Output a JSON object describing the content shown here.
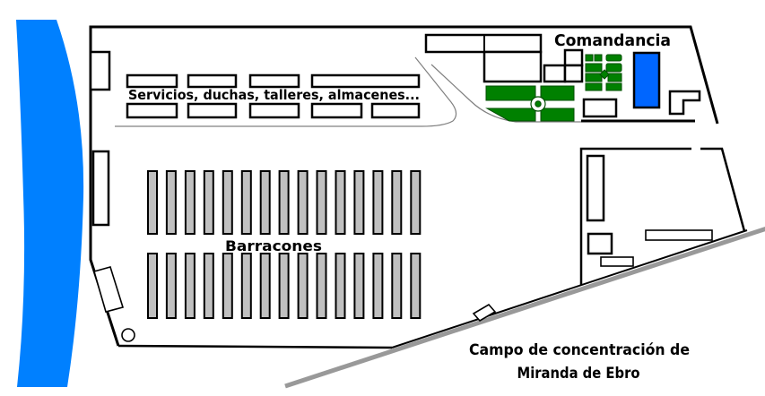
{
  "title": "Campo de concentración de Miranda de Ebro",
  "labels": {
    "comandancia": "Comandancia",
    "servicios": "Servicios, duchas, talleres, almacenes...",
    "barracones": "Barracones",
    "caption_line1": "Campo de concentración de",
    "caption_line2": "Miranda de Ebro"
  },
  "features": {
    "river": {
      "kind": "river",
      "color": "#0080ff"
    },
    "road": {
      "kind": "road",
      "color": "#999999"
    },
    "pool": {
      "kind": "swimming-pool",
      "color": "#0066ff"
    },
    "gardens": {
      "kind": "garden-plots",
      "color": "#008000"
    },
    "barracks": {
      "kind": "barracks",
      "rows": 2,
      "per_row": 15,
      "fill": "#c0c0c0"
    },
    "servicios_buildings": {
      "kind": "service-buildings",
      "top_row_count": 4,
      "bottom_row_count": 5
    },
    "boundary": {
      "kind": "camp-perimeter",
      "color": "#000000"
    }
  }
}
